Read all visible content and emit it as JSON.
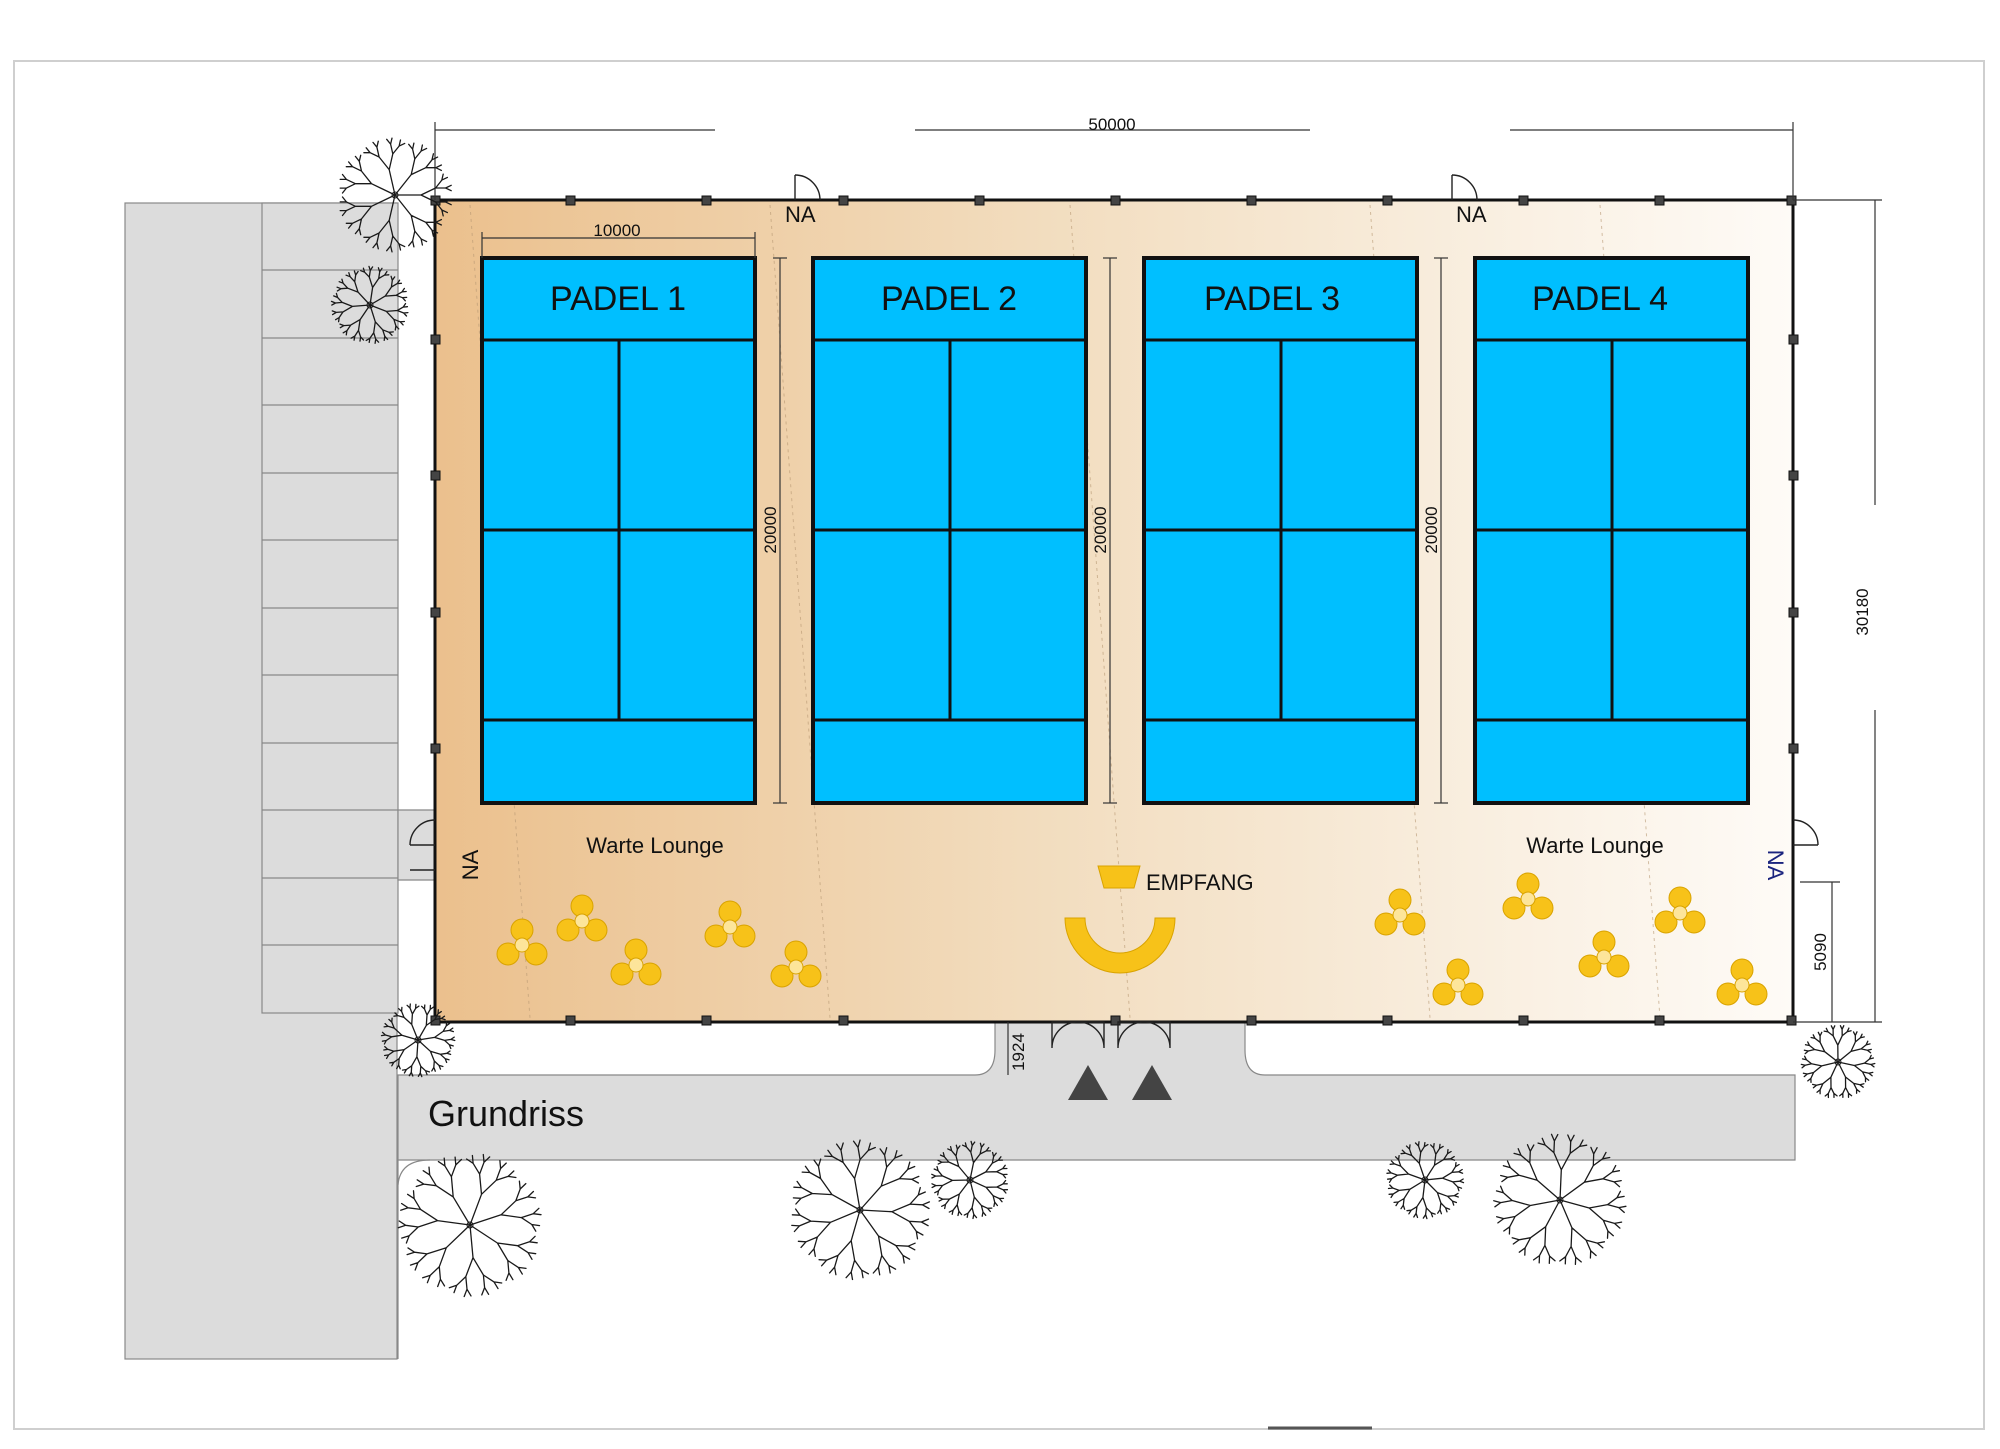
{
  "drawing_title": "Grundriss",
  "courts": [
    {
      "label": "PADEL 1"
    },
    {
      "label": "PADEL 2"
    },
    {
      "label": "PADEL 3"
    },
    {
      "label": "PADEL 4"
    }
  ],
  "dimensions": {
    "overall_width": "50000",
    "overall_depth": "30180",
    "court_width": "10000",
    "court_length": "20000",
    "lounge_depth": "5090",
    "entrance_depth": "1924"
  },
  "areas": {
    "lounge_left": "Warte Lounge",
    "lounge_right": "Warte Lounge",
    "reception": "EMPFANG"
  },
  "exits": {
    "top_left": "NA",
    "top_right": "NA",
    "left": "NA",
    "right": "NA"
  },
  "colors": {
    "court_fill": "#00bfff",
    "floor_warm": "#eec99a",
    "floor_light": "#fdf9f3",
    "furniture": "#f7c219",
    "ground": "#dcdcdc",
    "exit_label_right": "#1a237e"
  },
  "icons": [
    "tree-icon",
    "entrance-arrow-icon",
    "door-swing-icon",
    "column-icon"
  ]
}
